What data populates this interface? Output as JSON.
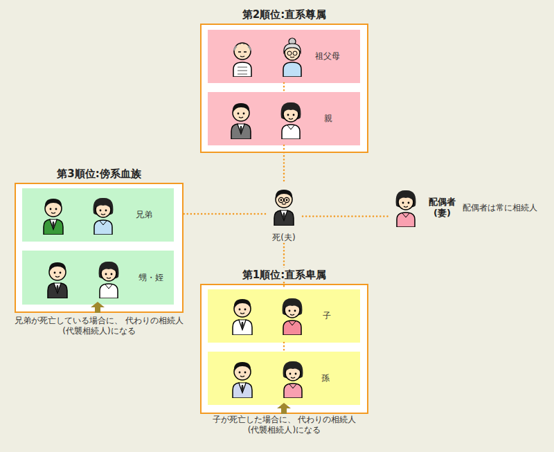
{
  "diagram": {
    "nodes": [
      {
        "text": [
          "第2順位:直系尊属"
        ]
      },
      {
        "text": [
          "祖父母"
        ],
        "in": 0
      },
      {
        "text": [
          "親"
        ],
        "in": 0
      },
      {
        "text": [
          "第3順位:傍系血族"
        ]
      },
      {
        "text": [
          "兄弟"
        ],
        "in": 3
      },
      {
        "text": [
          "甥・姪"
        ],
        "in": 3
      },
      {
        "text": [
          "死(夫)"
        ]
      },
      {
        "text": [
          "配偶者 (妻)",
          "配偶者は常に相続人"
        ]
      },
      {
        "text": [
          "第1順位:直系卑属"
        ]
      },
      {
        "text": [
          "子"
        ],
        "in": 8
      },
      {
        "text": [
          "孫"
        ],
        "in": 8
      }
    ],
    "edges": [
      {
        "from": 1,
        "to": 2,
        "arrow": "none"
      },
      {
        "from": 2,
        "to": 6,
        "arrow": "none"
      },
      {
        "from": 6,
        "to": 3,
        "arrow": "none"
      },
      {
        "from": 6,
        "to": 7,
        "arrow": "none"
      },
      {
        "from": 6,
        "to": 9,
        "arrow": "none"
      },
      {
        "from": 9,
        "to": 10,
        "arrow": "none"
      }
    ],
    "labels": [
      "兄弟が死亡している場合に、 代わりの相続人(代襲相続人)になる",
      "子が死亡した場合に、 代わりの相続人(代襲相続人)になる"
    ]
  }
}
